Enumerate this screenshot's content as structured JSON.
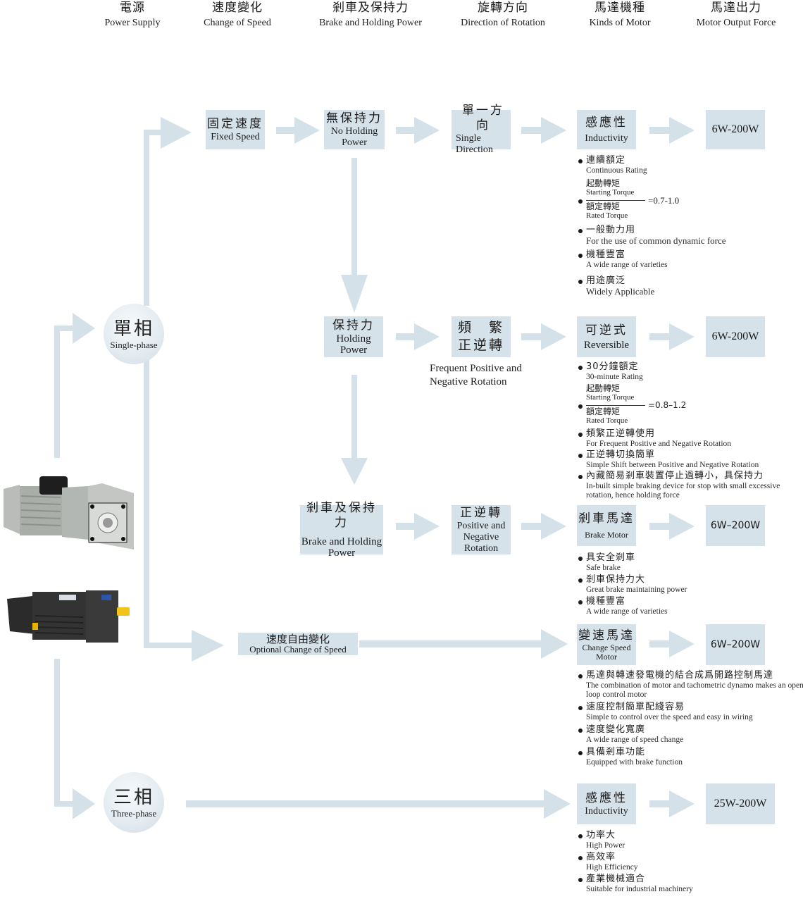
{
  "headers": [
    {
      "zh": "電源",
      "en": "Power Supply"
    },
    {
      "zh": "速度變化",
      "en": "Change of Speed"
    },
    {
      "zh": "剎車及保持力",
      "en": "Brake and Holding Power"
    },
    {
      "zh": "旋轉方向",
      "en": "Direction of Rotation"
    },
    {
      "zh": "馬達機種",
      "en": "Kinds of Motor"
    },
    {
      "zh": "馬達出力",
      "en": "Motor Output Force"
    }
  ],
  "power": {
    "single": {
      "zh": "單相",
      "en": "Single-phase"
    },
    "three": {
      "zh": "三相",
      "en": "Three-phase"
    }
  },
  "row1": {
    "speed": {
      "zh": "固定速度",
      "en": "Fixed Speed"
    },
    "holding": {
      "zh": "無保持力",
      "en": "No Holding Power"
    },
    "direction": {
      "zh": "單一方向",
      "en1": "Single",
      "en2": "Direction"
    },
    "motor": {
      "zh": "感應性",
      "en": "Inductivity"
    },
    "output": "6W-200W",
    "bullets": [
      {
        "zh": "連續額定",
        "en": "Continuous Rating"
      },
      {
        "fraction": true,
        "num_zh": "起動轉矩",
        "num_en": "Starting Torque",
        "den_zh": "額定轉矩",
        "den_en": "Rated Torque",
        "value": "=0.7-1.0"
      },
      {
        "zh": "一般動力用",
        "en": "For the use of common dynamic force"
      },
      {
        "zh": "機種豐富",
        "en": "A wide range of varieties"
      },
      {
        "zh": "用途廣泛",
        "en": "Widely Applicable"
      }
    ]
  },
  "row2": {
    "holding": {
      "zh": "保持力",
      "en1": "Holding",
      "en2": "Power"
    },
    "direction": {
      "zh1": "頻　繁",
      "zh2": "正逆轉"
    },
    "direction_note": "Frequent Positive and Negative Rotation",
    "motor": {
      "zh": "可逆式",
      "en": "Reversible"
    },
    "output": "6W-200W",
    "bullets": [
      {
        "zh": "30分鐘額定",
        "en": "30-minute Rating"
      },
      {
        "fraction": true,
        "num_zh": "起動轉矩",
        "num_en": "Starting Torque",
        "den_zh": "額定轉矩",
        "den_en": "Rated Torque",
        "value": "=0.8–1.2"
      },
      {
        "zh": "頻繁正逆轉使用",
        "en": "For Frequent Positive and Negative Rotation"
      },
      {
        "zh": "正逆轉切換簡單",
        "en": "Simple Shift between Positive and Negative Rotation"
      },
      {
        "zh": "內藏簡易剎車裝置停止過轉小，具保持力",
        "en": "In-built simple braking device for stop with small excessive rotation, hence holding force"
      }
    ]
  },
  "row3": {
    "holding": {
      "zh": "剎車及保持力",
      "en1": "Brake and Holding",
      "en2": "Power"
    },
    "direction": {
      "zh": "正逆轉",
      "en1": "Positive and",
      "en2": "Negative",
      "en3": "Rotation"
    },
    "motor": {
      "zh": "剎車馬達",
      "en": "Brake Motor"
    },
    "output": "6W–200W",
    "bullets": [
      {
        "zh": "具安全剎車",
        "en": "Safe brake"
      },
      {
        "zh": "剎車保持力大",
        "en": "Great brake maintaining power"
      },
      {
        "zh": "機種豐富",
        "en": "A wide range of varieties"
      }
    ]
  },
  "row4": {
    "speed": {
      "zh": "速度自由變化",
      "en": "Optional Change of Speed"
    },
    "motor": {
      "zh": "變速馬達",
      "en1": "Change Speed",
      "en2": "Motor"
    },
    "output": "6W–200W",
    "bullets": [
      {
        "zh": "馬達與轉速發電機的結合成爲開路控制馬達",
        "en": "The combination of motor and tachometric dynamo makes an open loop control motor"
      },
      {
        "zh": "速度控制簡單配綫容易",
        "en": "Simple to control over the speed and easy in wiring"
      },
      {
        "zh": "速度變化寬廣",
        "en": "A wide range of speed change"
      },
      {
        "zh": "具備剎車功能",
        "en": "Equipped with brake function"
      }
    ]
  },
  "row5": {
    "motor": {
      "zh": "感應性",
      "en": "Inductivity"
    },
    "output": "25W-200W",
    "bullets": [
      {
        "zh": "功率大",
        "en": "High Power"
      },
      {
        "zh": "高效率",
        "en": "High Efficiency"
      },
      {
        "zh": "產業機械適合",
        "en": "Suitable for industrial machinery"
      }
    ]
  },
  "images": [
    {
      "name": "gray-gear-motor",
      "alt": "gray gear motor"
    },
    {
      "name": "black-speed-control-motor",
      "alt": "black speed control motor"
    }
  ],
  "colors": {
    "arrow": "#d4e1e9",
    "box": "#d6e2ea"
  }
}
